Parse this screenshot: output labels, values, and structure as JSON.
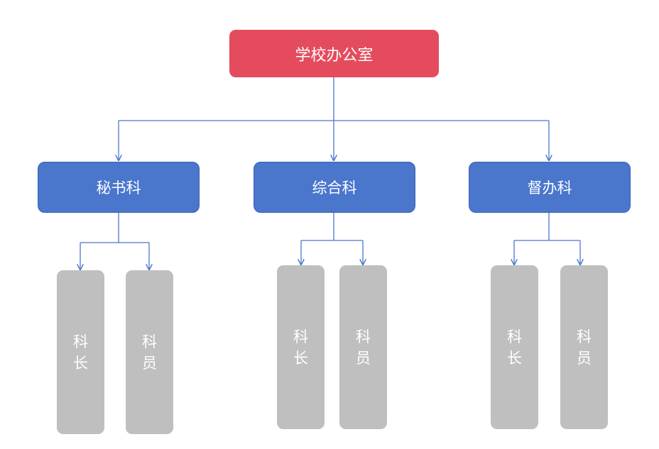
{
  "colors": {
    "root_fill": "#e44c5e",
    "dept_fill": "#4a76cc",
    "staff_fill": "#bfbfbf",
    "connector": "#4a76cc"
  },
  "root": {
    "label": "学校办公室"
  },
  "departments": [
    {
      "label": "秘书科",
      "staff": [
        {
          "label": "科长"
        },
        {
          "label": "科员"
        }
      ]
    },
    {
      "label": "综合科",
      "staff": [
        {
          "label": "科长"
        },
        {
          "label": "科员"
        }
      ]
    },
    {
      "label": "督办科",
      "staff": [
        {
          "label": "科长"
        },
        {
          "label": "科员"
        }
      ]
    }
  ]
}
